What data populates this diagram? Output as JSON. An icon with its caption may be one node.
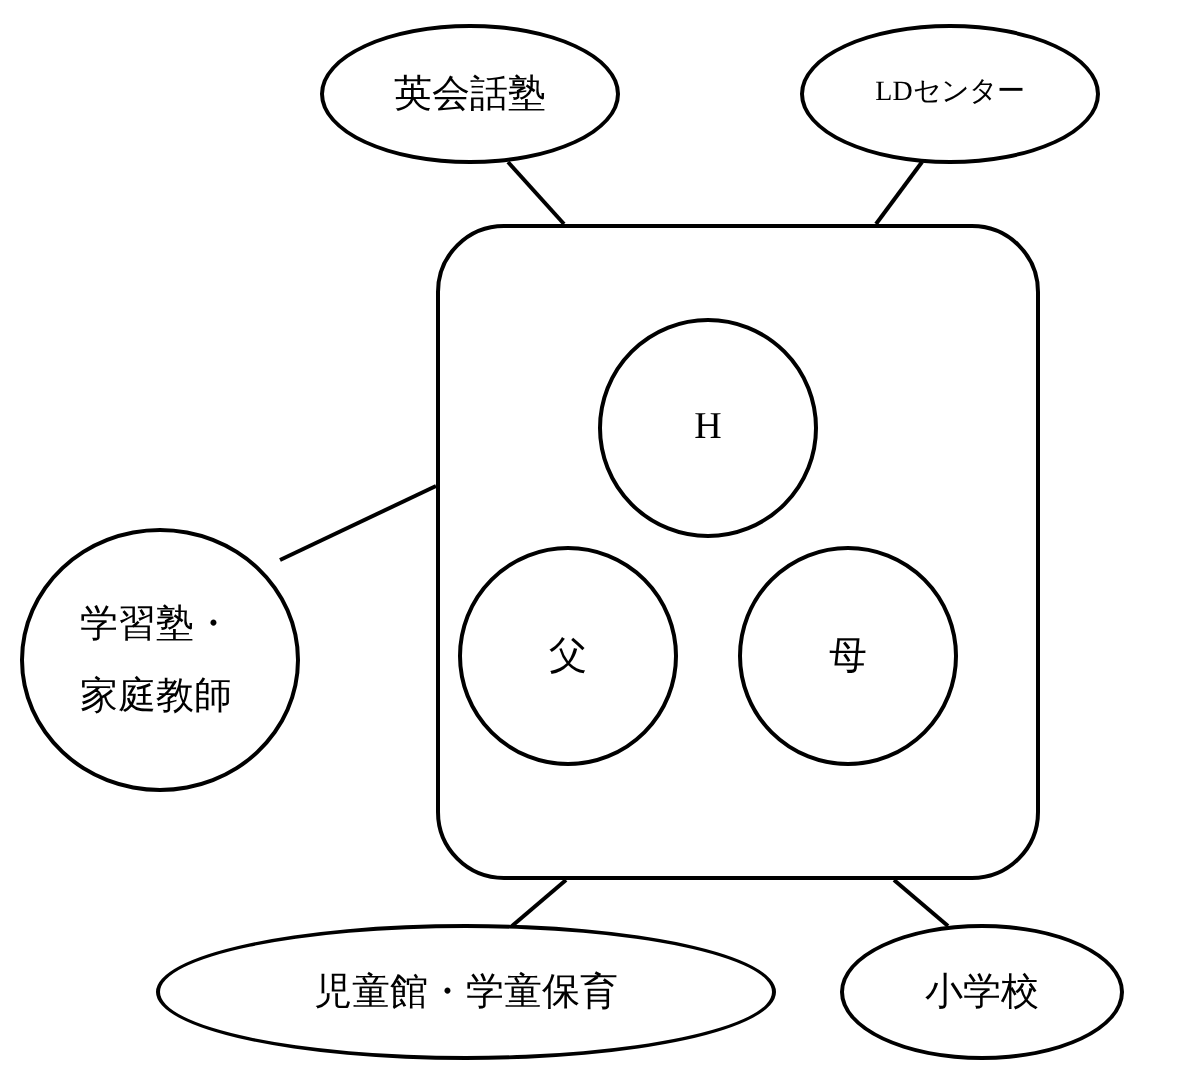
{
  "diagram": {
    "nodes": [
      {
        "text": [
          "英会話塾"
        ]
      },
      {
        "text": [
          "LDセンター"
        ]
      },
      {
        "text": [],
        "shape": "box"
      },
      {
        "text": [
          "H"
        ],
        "in": 2
      },
      {
        "text": [
          "父"
        ],
        "in": 2
      },
      {
        "text": [
          "母"
        ],
        "in": 2
      },
      {
        "text": [
          "学習塾・家庭教師"
        ]
      },
      {
        "text": [
          "児童館・学童保育"
        ]
      },
      {
        "text": [
          "小学校"
        ]
      }
    ],
    "edges": [
      {
        "from": 0,
        "to": 2,
        "arrow": "none"
      },
      {
        "from": 1,
        "to": 2,
        "arrow": "none"
      },
      {
        "from": 6,
        "to": 2,
        "arrow": "none"
      },
      {
        "from": 7,
        "to": 2,
        "arrow": "none"
      },
      {
        "from": 8,
        "to": 2,
        "arrow": "none"
      }
    ]
  }
}
